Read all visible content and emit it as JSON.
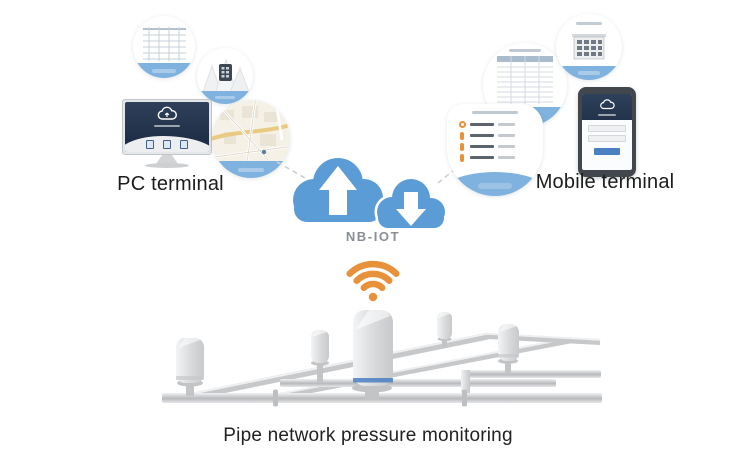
{
  "diagram": {
    "title": "NB-IoT pipe network pressure monitoring architecture",
    "labels": {
      "pc_terminal": "PC terminal",
      "mobile_terminal": "Mobile terminal",
      "network_protocol": "NB-IOT",
      "caption": "Pipe network pressure monitoring"
    },
    "nodes": {
      "left_cluster": {
        "label": "PC terminal",
        "icons": [
          "data-table-bubble",
          "data-logger-bubble",
          "city-map-bubble",
          "desktop-monitor"
        ]
      },
      "center_cluster": {
        "label": "NB-IOT",
        "icons": [
          "cloud-upload-icon",
          "cloud-download-icon",
          "wifi-signal-icon"
        ]
      },
      "right_cluster": {
        "label": "Mobile terminal",
        "icons": [
          "data-table-bubble",
          "building-bubble",
          "alarm-list-bubble",
          "smartphone"
        ]
      },
      "bottom_cluster": {
        "label": "Pipe network pressure monitoring",
        "icons": [
          "pipe-network"
        ],
        "pressure_sensor_count": 5
      }
    },
    "colors": {
      "cloud_blue": "#5B9CD6",
      "bubble_band_blue": "#7FB2DE",
      "wifi_orange": "#E8913B",
      "alarm_orange": "#E8913B",
      "screen_navy": "#24344B",
      "button_blue": "#4A7FC1",
      "sensor_ring_blue": "#4A7FC1",
      "pipe_gray": "#C6C8CA",
      "sensor_gray": "#D9DBDD",
      "label_dark": "#1C1C1C",
      "network_label_gray": "#8A8E96",
      "background": "#FFFFFF"
    }
  }
}
